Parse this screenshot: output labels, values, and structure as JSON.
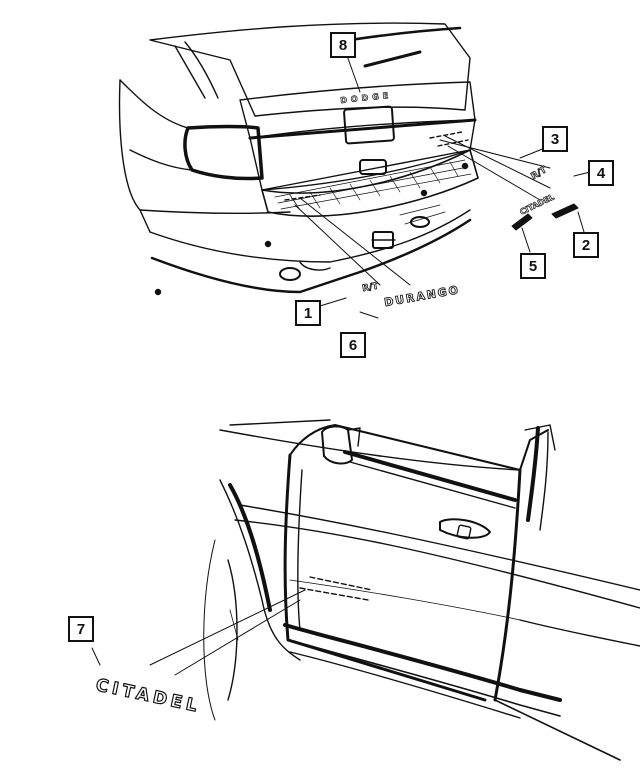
{
  "callouts": [
    {
      "number": "1"
    },
    {
      "number": "2"
    },
    {
      "number": "3"
    },
    {
      "number": "4"
    },
    {
      "number": "5"
    },
    {
      "number": "6"
    },
    {
      "number": "7"
    },
    {
      "number": "8"
    }
  ],
  "vehicle": {
    "tailgate_badge": "DODGE",
    "emblem_rear_small": "R/T",
    "emblem_rear_model": "DURANGO",
    "emblem_side_text": "CITADEL",
    "emblem_side_small": "CITADEL"
  },
  "colors": {
    "line": "#111111",
    "background": "#ffffff"
  }
}
